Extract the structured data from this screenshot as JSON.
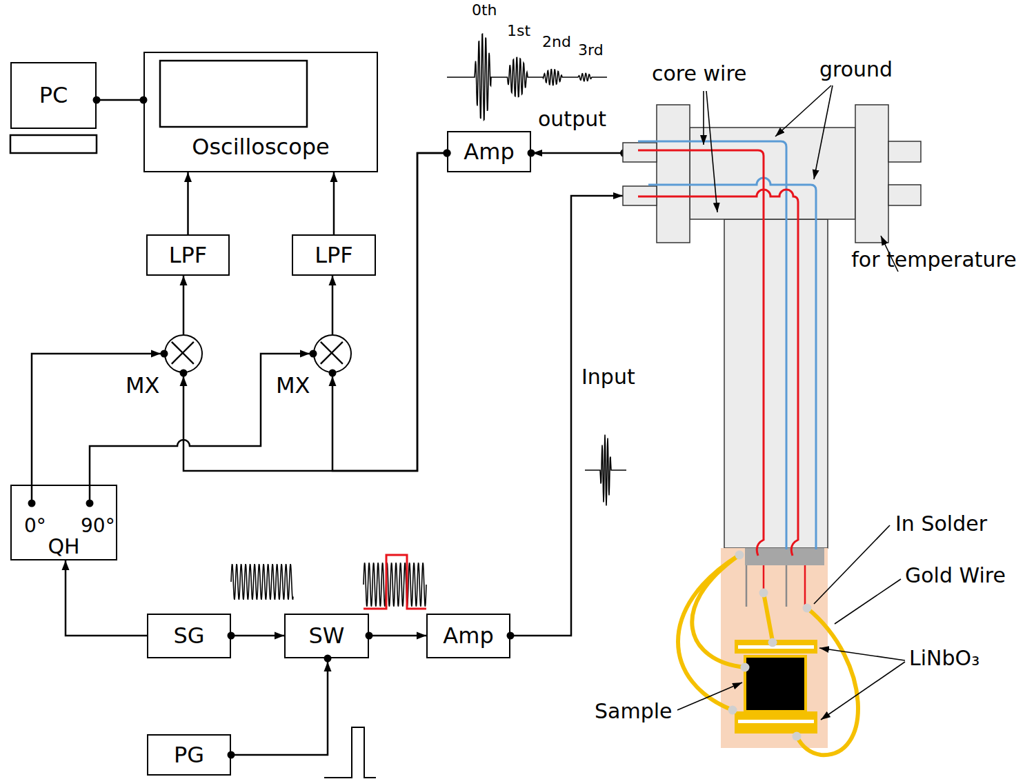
{
  "diagram": {
    "nodes": [
      {
        "text": [
          "PC"
        ]
      },
      {
        "text": [
          "Oscilloscope"
        ]
      },
      {
        "text": [
          "Amp"
        ]
      },
      {
        "text": [
          "LPF"
        ]
      },
      {
        "text": [
          "LPF"
        ]
      },
      {
        "text": [
          "MX"
        ]
      },
      {
        "text": [
          "MX"
        ]
      },
      {
        "text": [
          "0°",
          "90°",
          "QH"
        ]
      },
      {
        "text": [
          "SG"
        ]
      },
      {
        "text": [
          "SW"
        ]
      },
      {
        "text": [
          "Amp"
        ]
      },
      {
        "text": [
          "PG"
        ]
      }
    ],
    "edges": [
      {
        "from": 0,
        "to": 1,
        "arrow": "none"
      },
      {
        "from": 3,
        "to": 1,
        "arrow": "to"
      },
      {
        "from": 4,
        "to": 1,
        "arrow": "to"
      },
      {
        "from": 5,
        "to": 3,
        "arrow": "to"
      },
      {
        "from": 6,
        "to": 4,
        "arrow": "to"
      },
      {
        "from": 7,
        "to": 5,
        "arrow": "to"
      },
      {
        "from": 7,
        "to": 6,
        "arrow": "to"
      },
      {
        "from": 2,
        "to": 5,
        "arrow": "to"
      },
      {
        "from": 2,
        "to": 6,
        "arrow": "to"
      },
      {
        "from": 8,
        "to": 7,
        "arrow": "to"
      },
      {
        "from": 8,
        "to": 9,
        "arrow": "to"
      },
      {
        "from": 11,
        "to": 9,
        "arrow": "to"
      },
      {
        "from": 9,
        "to": 10,
        "arrow": "to"
      }
    ],
    "labels": [
      "0th",
      "1st",
      "2nd",
      "3rd",
      "output",
      "core wire",
      "ground",
      "for temperature",
      "Input",
      "In Solder",
      "Gold Wire",
      "LiNbO₃",
      "Sample"
    ]
  }
}
